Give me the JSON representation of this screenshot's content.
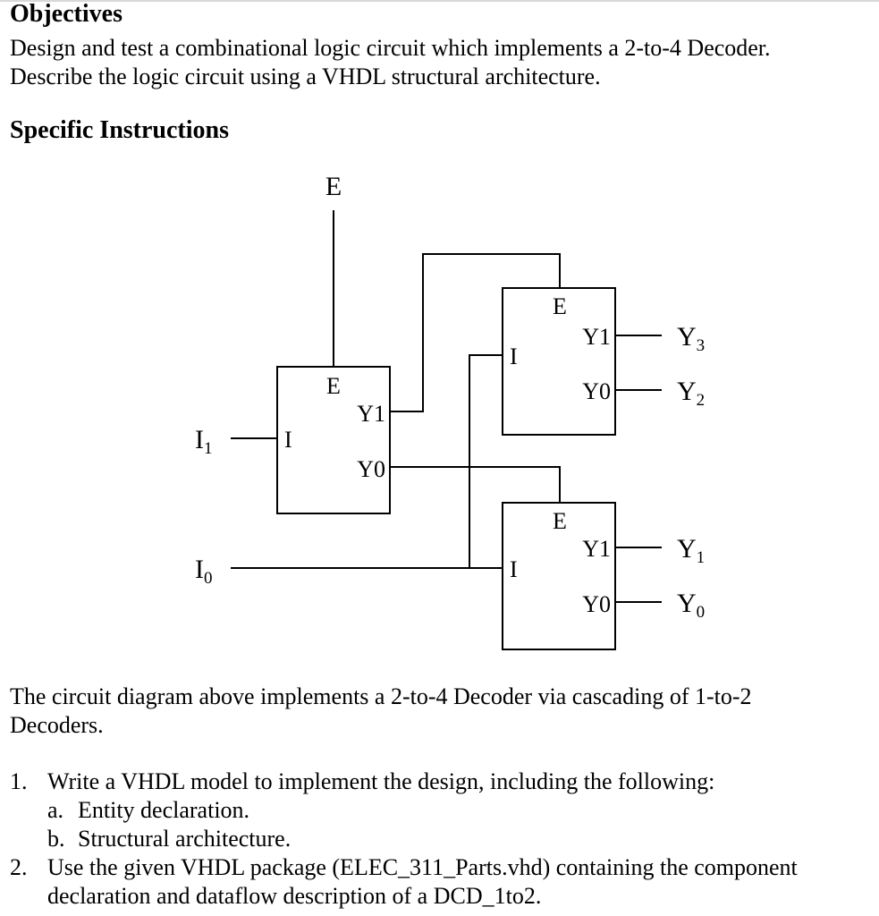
{
  "objectives": {
    "heading": "Objectives",
    "line1": "Design and test a combinational logic circuit which implements a 2-to-4 Decoder.",
    "line2": "Describe the logic circuit using a VHDL structural architecture."
  },
  "specific": {
    "heading": "Specific Instructions"
  },
  "diagram": {
    "enable_input": "E",
    "input_i1": {
      "base": "I",
      "sub": "1"
    },
    "input_i0": {
      "base": "I",
      "sub": "0"
    },
    "port_e": "E",
    "port_i": "I",
    "port_y1": "Y1",
    "port_y0": "Y0",
    "out_y3": {
      "base": "Y",
      "sub": "3"
    },
    "out_y2": {
      "base": "Y",
      "sub": "2"
    },
    "out_y1": {
      "base": "Y",
      "sub": "1"
    },
    "out_y0": {
      "base": "Y",
      "sub": "0"
    }
  },
  "caption": {
    "line1": "The circuit diagram above implements a 2-to-4 Decoder via cascading of 1-to-2",
    "line2": "Decoders."
  },
  "instructions": [
    {
      "num": "1.",
      "text": "Write a VHDL model to implement the design, including the following:"
    },
    {
      "num": "a.",
      "text": "Entity declaration."
    },
    {
      "num": "b.",
      "text": "Structural architecture."
    },
    {
      "num": "2.",
      "text": "Use the given VHDL package (ELEC_311_Parts.vhd) containing the component"
    },
    {
      "num": "",
      "text": "declaration and dataflow description of a DCD_1to2."
    }
  ]
}
